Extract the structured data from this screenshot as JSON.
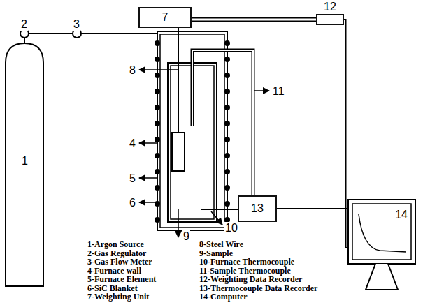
{
  "diagram": {
    "nodes": [
      {
        "text": [
          "7"
        ]
      },
      {
        "text": [
          "12"
        ]
      },
      {
        "text": [
          "13"
        ]
      },
      {
        "text": [
          "14"
        ]
      }
    ],
    "edges": [
      {
        "from": 0,
        "to": 1,
        "arrow": "none"
      },
      {
        "from": 1,
        "to": 3,
        "arrow": "none"
      },
      {
        "from": 2,
        "to": 3,
        "arrow": "none"
      }
    ],
    "labels": [
      "1",
      "2",
      "3",
      "4",
      "5",
      "6",
      "8",
      "9",
      "10",
      "11",
      "1-Argon Source",
      "2-Gas Regulator",
      "3-Gas Flow Meter",
      "4-Furnace wall",
      "5-Furnace Element",
      "6-SiC Blanket",
      "7-Weighting Unit",
      "8-Steel Wire",
      "9-Sample",
      "10-Furnace Thermocouple",
      "11-Sample Thermocouple",
      "12-Weighting Data Recorder",
      "13-Thermocouple Data Recorder",
      "14-Computer"
    ]
  }
}
